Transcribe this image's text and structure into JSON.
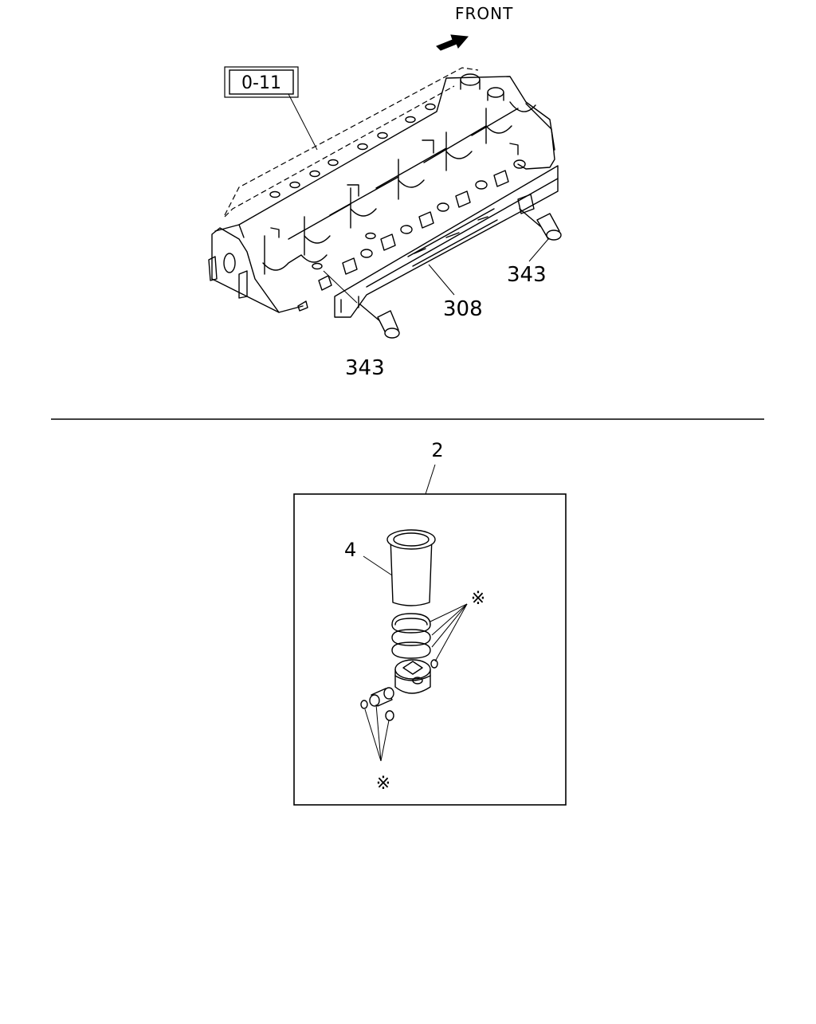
{
  "orientation_label": "FRONT",
  "reference_box": "0-11",
  "upper_callouts": [
    {
      "id": "bolt-right",
      "label": "343"
    },
    {
      "id": "gasket",
      "label": "308"
    },
    {
      "id": "bolt-left",
      "label": "343"
    }
  ],
  "lower_callouts": {
    "kit": "2",
    "liner": "4",
    "asterisk_upper": "※",
    "asterisk_lower": "※"
  }
}
